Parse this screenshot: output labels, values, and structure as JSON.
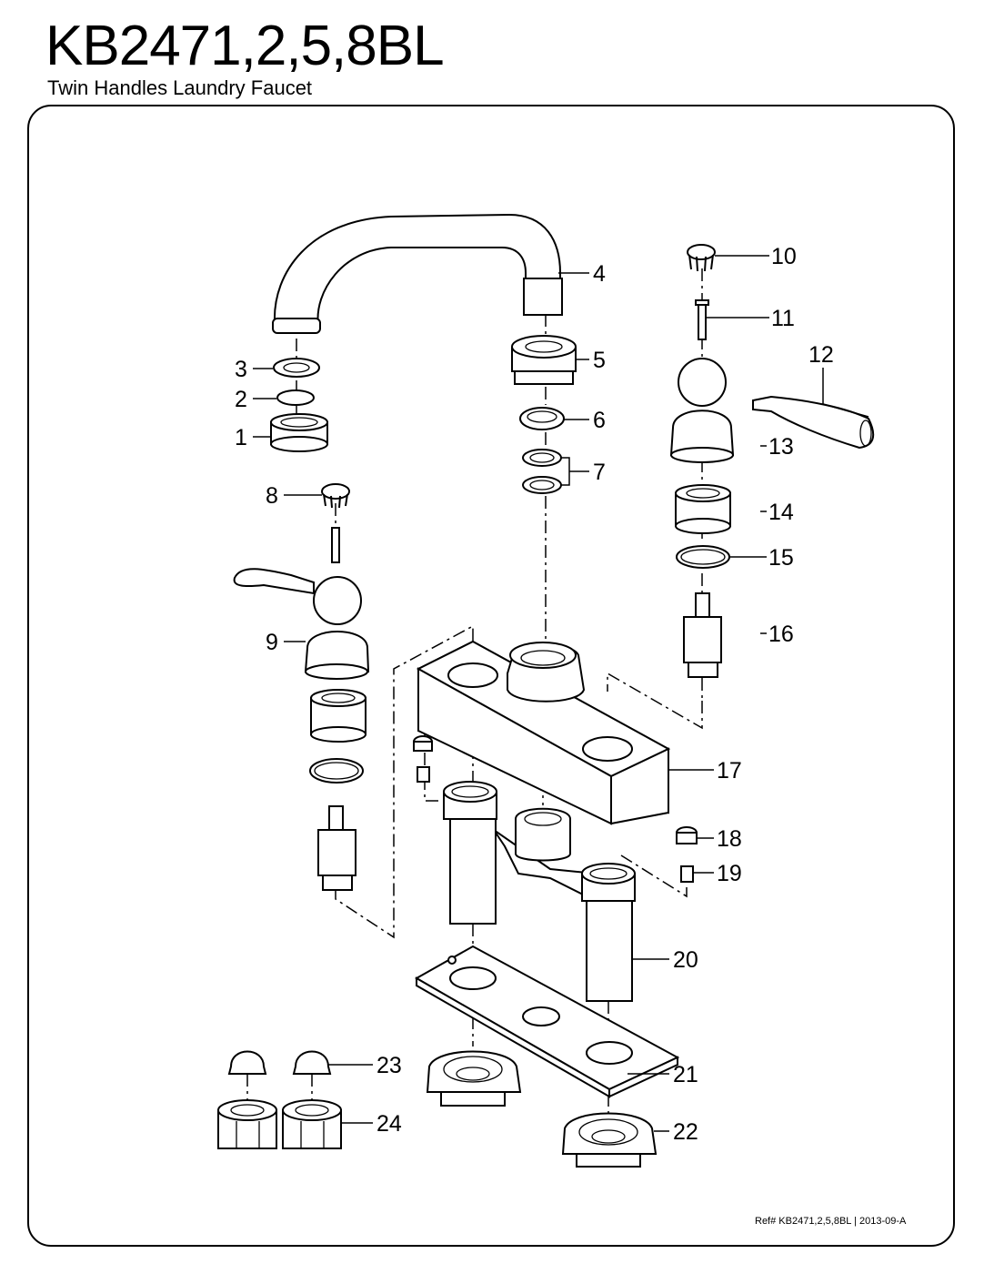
{
  "header": {
    "model": "KB2471,2,5,8BL",
    "description": "Twin Handles Laundry Faucet"
  },
  "footer": {
    "reference": "Ref# KB2471,2,5,8BL | 2013-09-A"
  },
  "callouts": [
    "1",
    "2",
    "3",
    "4",
    "5",
    "6",
    "7",
    "8",
    "9",
    "10",
    "11",
    "12",
    "13",
    "14",
    "15",
    "16",
    "17",
    "18",
    "19",
    "20",
    "21",
    "22",
    "23",
    "24"
  ]
}
